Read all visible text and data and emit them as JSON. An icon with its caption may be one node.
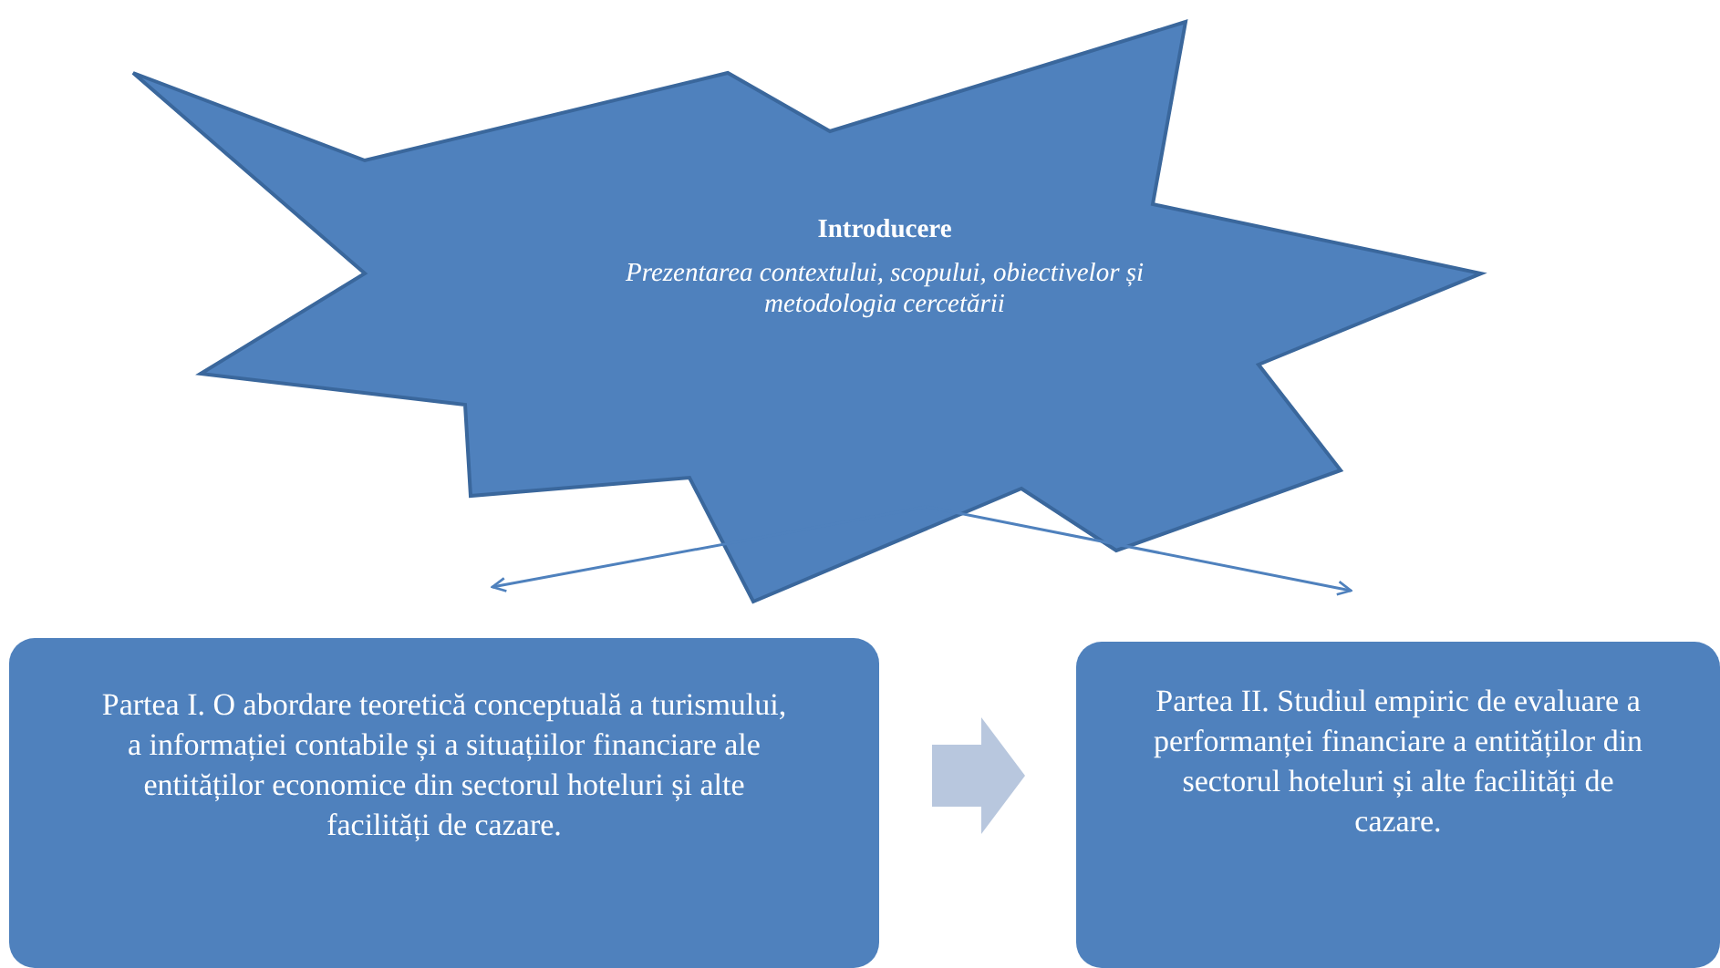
{
  "diagram": {
    "nodes": [
      {
        "text": [
          "Introducere",
          "Prezentarea contextului, scopului, obiectivelor și metodologia cercetării"
        ]
      },
      {
        "text": [
          "Partea I. O abordare teoretică conceptuală a turismului, a informației contabile și a situațiilor financiare ale entităților economice din sectorul hoteluri și alte facilități de cazare."
        ]
      },
      {
        "text": [
          "Partea II. Studiul empiric de evaluare a performanței financiare a entităților din sectorul hoteluri și alte facilități de cazare."
        ]
      }
    ],
    "edges": [
      {
        "from": 0,
        "to": 1,
        "arrow": "to"
      },
      {
        "from": 0,
        "to": 2,
        "arrow": "to"
      },
      {
        "from": 1,
        "to": 2,
        "arrow": "to",
        "style": "thick",
        "color": "#b8c7de"
      }
    ]
  }
}
